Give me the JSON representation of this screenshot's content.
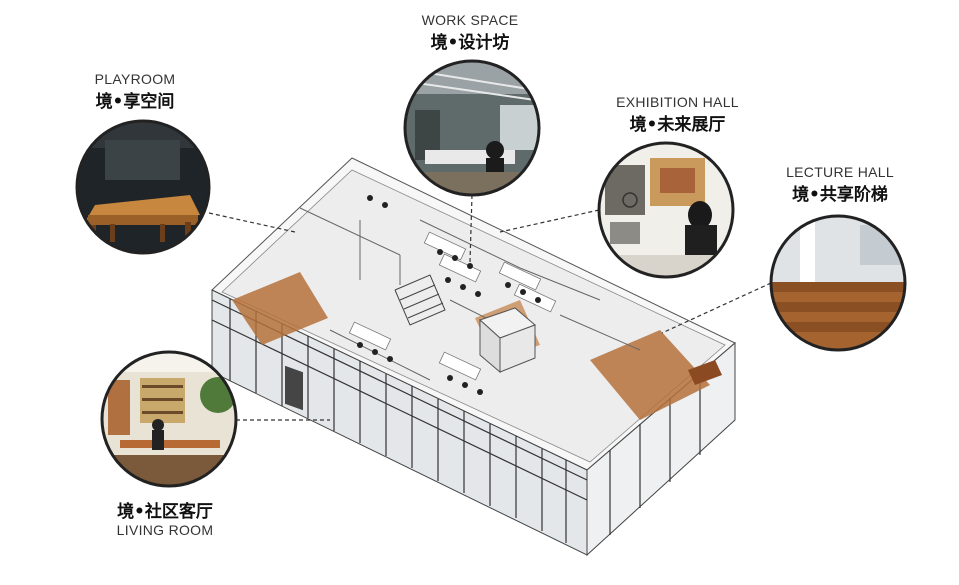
{
  "spaces": [
    {
      "en": "WORK SPACE",
      "zh": "境•设计坊"
    },
    {
      "en": "PLAYROOM",
      "zh": "境•享空间"
    },
    {
      "en": "EXHIBITION HALL",
      "zh": "境•未来展厅"
    },
    {
      "en": "LECTURE HALL",
      "zh": "境•共享阶梯"
    },
    {
      "zh": "境•社区客厅",
      "en": "LIVING ROOM"
    }
  ],
  "colors": {
    "circle_border": "#222222",
    "leader_line": "#333333",
    "wood": "#b5713b",
    "glass": "#9aa3a8"
  }
}
